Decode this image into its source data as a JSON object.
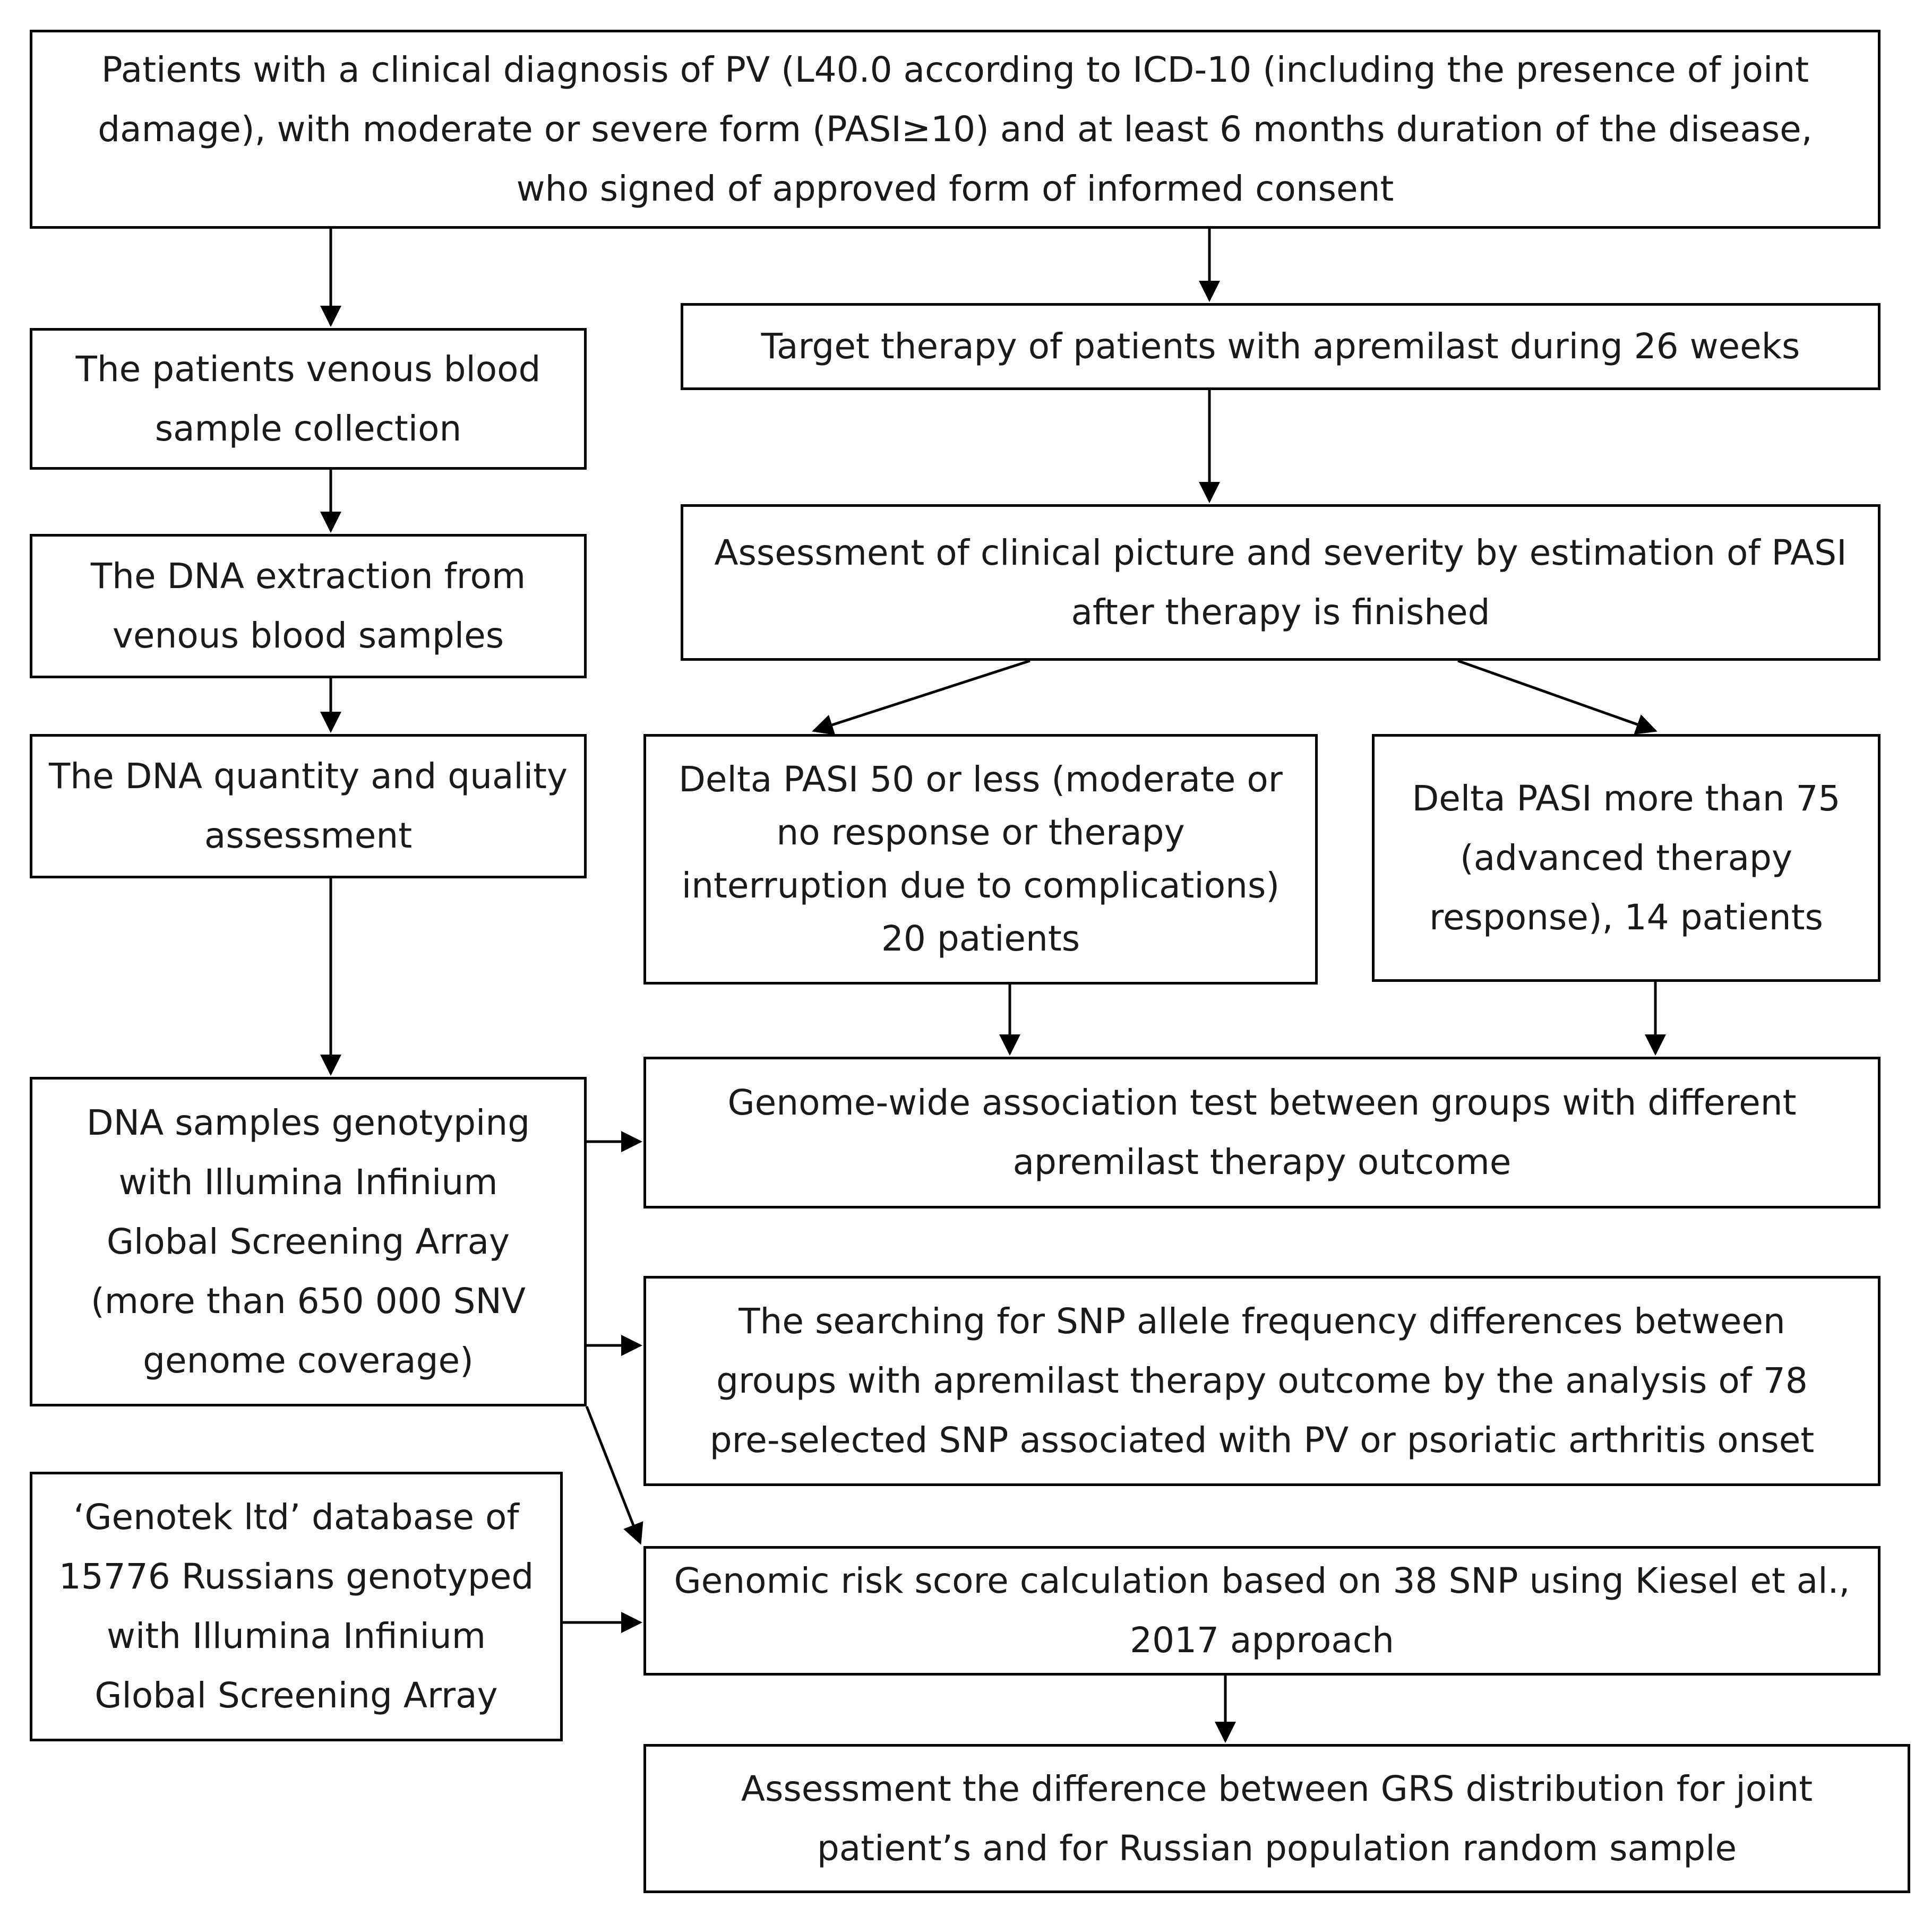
{
  "diagram": {
    "colors": {
      "border": "#000000",
      "text": "#1a1a1a",
      "background": "#ffffff"
    },
    "boxes": [
      {
        "id": "patients",
        "text": "Patients with a clinical diagnosis of PV (L40.0 according to ICD-10 (including the presence of joint damage), with moderate or severe form (PASI≥10) and at least 6 months duration of the disease, who signed of approved form of informed consent"
      },
      {
        "id": "blood-sample",
        "text": "The patients venous blood sample collection"
      },
      {
        "id": "target-therapy",
        "text": "Target therapy of patients with apremilast during 26 weeks"
      },
      {
        "id": "dna-extraction",
        "text": "The DNA extraction from venous blood samples"
      },
      {
        "id": "assessment-pasi",
        "text": "Assessment of clinical picture and severity by estimation of PASI after therapy is finished"
      },
      {
        "id": "dna-quality",
        "text": "The DNA quantity and quality assessment"
      },
      {
        "id": "delta-low",
        "text": "Delta PASI 50 or less (moderate or no response or therapy interruption due to complications) 20 patients"
      },
      {
        "id": "delta-high",
        "text": "Delta PASI more than 75 (advanced therapy response), 14 patients"
      },
      {
        "id": "genotyping",
        "text": "DNA samples genotyping with Illumina Infinium Global Screening Array (more than 650 000 SNV genome coverage)"
      },
      {
        "id": "gwas",
        "text": "Genome-wide association test between groups with different apremilast therapy outcome"
      },
      {
        "id": "snp-search",
        "text": "The searching for SNP allele frequency differences between groups with apremilast therapy outcome by the analysis of 78 pre-selected SNP associated with PV or psoriatic arthritis onset"
      },
      {
        "id": "genotek",
        "text": "‘Genotek ltd’ database of 15776 Russians genotyped with Illumina Infinium Global Screening Array"
      },
      {
        "id": "grs",
        "text": "Genomic risk score calculation based on 38 SNP using Kiesel et al., 2017 approach"
      },
      {
        "id": "grs-difference",
        "text": "Assessment the difference between GRS distribution for joint patient’s and for Russian population random sample"
      }
    ],
    "connections": [
      {
        "from": "patients",
        "to": "blood-sample"
      },
      {
        "from": "patients",
        "to": "target-therapy"
      },
      {
        "from": "blood-sample",
        "to": "dna-extraction"
      },
      {
        "from": "dna-extraction",
        "to": "dna-quality"
      },
      {
        "from": "dna-quality",
        "to": "genotyping"
      },
      {
        "from": "target-therapy",
        "to": "assessment-pasi"
      },
      {
        "from": "assessment-pasi",
        "to": "delta-low"
      },
      {
        "from": "assessment-pasi",
        "to": "delta-high"
      },
      {
        "from": "delta-low",
        "to": "gwas"
      },
      {
        "from": "delta-high",
        "to": "gwas"
      },
      {
        "from": "genotyping",
        "to": "gwas"
      },
      {
        "from": "genotyping",
        "to": "snp-search"
      },
      {
        "from": "genotyping",
        "to": "grs"
      },
      {
        "from": "genotek",
        "to": "grs"
      },
      {
        "from": "grs",
        "to": "grs-difference"
      }
    ]
  }
}
